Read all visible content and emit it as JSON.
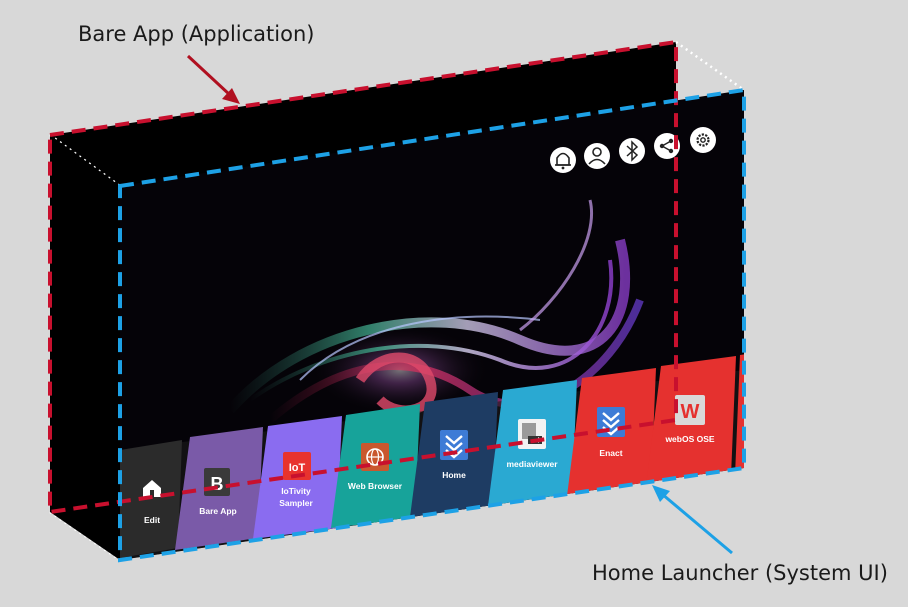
{
  "labels": {
    "bare_app": "Bare App (Application)",
    "home_launcher": "Home Launcher (System UI)"
  },
  "colors": {
    "background": "#d8d8d8",
    "bare_app_outline": "#c8102e",
    "home_launcher_outline": "#1da1e6",
    "screen": "#000000"
  },
  "status_icons": [
    "bell-icon",
    "user-icon",
    "bluetooth-icon",
    "share-icon",
    "gear-icon"
  ],
  "launcher": {
    "tiles": [
      {
        "label": "Edit",
        "icon": "house-icon",
        "color": "#2b2b2b"
      },
      {
        "label": "Bare App",
        "icon": "letter-b-icon",
        "glyph": "B",
        "color": "#7a5aa8"
      },
      {
        "label": "IoTivity Sampler",
        "label_lines": [
          "IoTivity",
          "Sampler"
        ],
        "icon": "iot-icon",
        "glyph": "IoT",
        "color": "#8a6cf0"
      },
      {
        "label": "Web Browser",
        "icon": "globe-icon",
        "color": "#17a39a"
      },
      {
        "label": "Home",
        "icon": "chevron-stack-icon",
        "color": "#1e3c63"
      },
      {
        "label": "mediaviewer",
        "icon": "media-icon",
        "color": "#2aa9d2"
      },
      {
        "label": "Enact",
        "icon": "chevron-stack-icon",
        "color": "#e5312f"
      },
      {
        "label": "webOS OSE",
        "icon": "letter-w-icon",
        "glyph": "W",
        "color": "#e5312f"
      }
    ]
  }
}
